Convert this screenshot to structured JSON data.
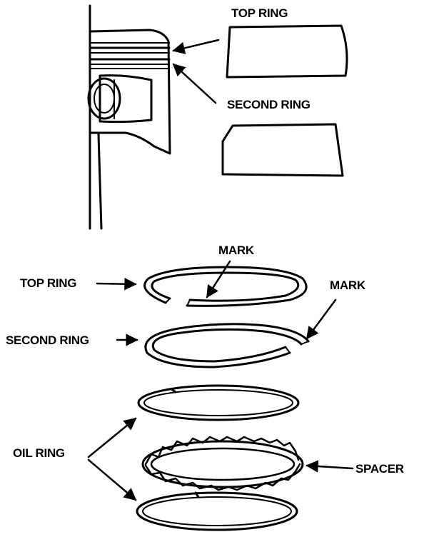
{
  "labels": {
    "top_ring_upper": "TOP RING",
    "second_ring_upper": "SECOND RING",
    "mark_top": "MARK",
    "mark_second": "MARK",
    "top_ring_lower": "TOP RING",
    "second_ring_lower": "SECOND RING",
    "oil_ring": "OIL RING",
    "spacer": "SPACER"
  },
  "colors": {
    "ink": "#000000",
    "paper": "#ffffff"
  }
}
